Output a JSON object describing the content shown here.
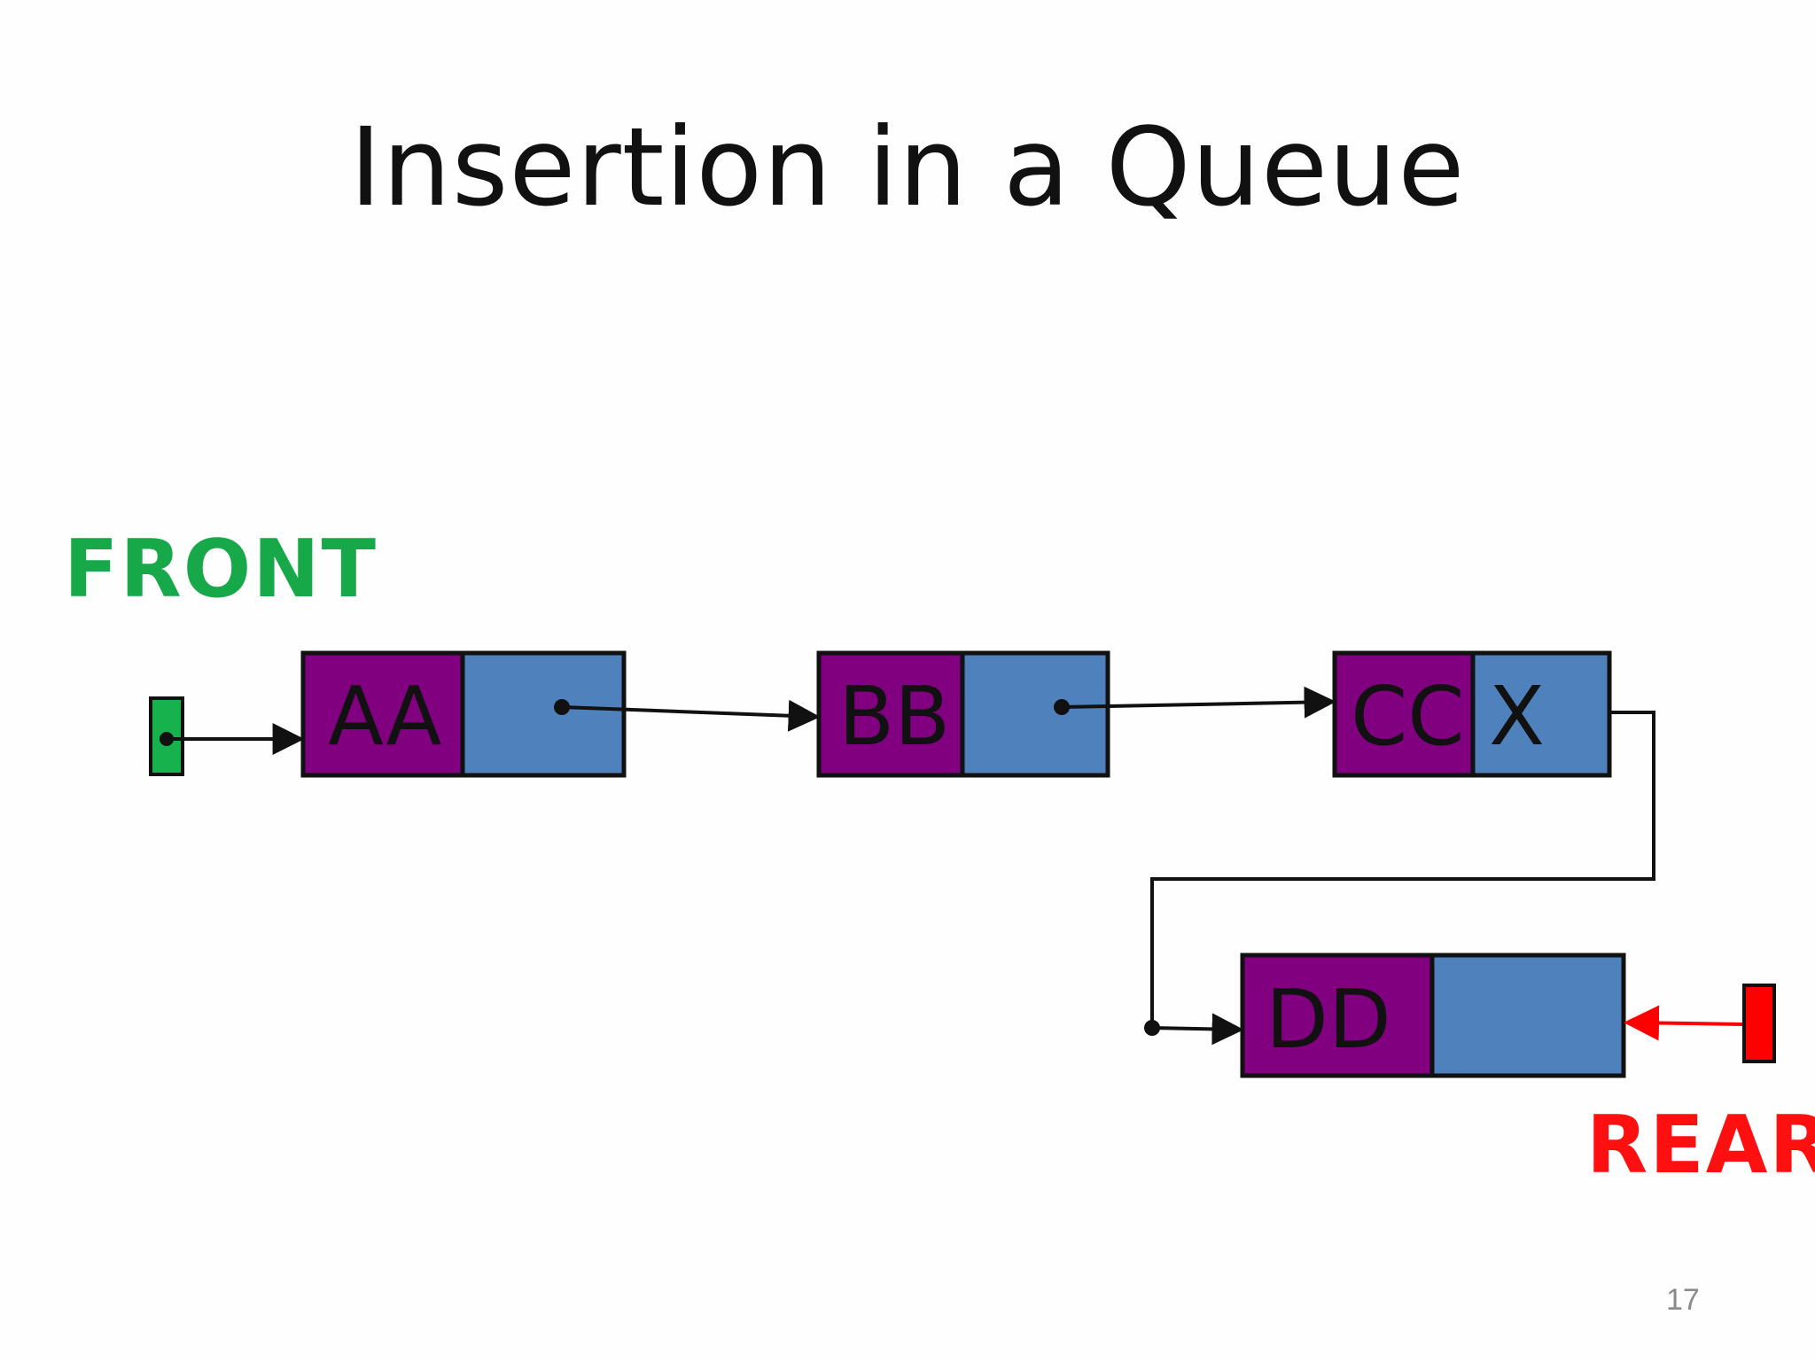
{
  "slide": {
    "title": "Insertion in a Queue",
    "page_number": "17"
  },
  "pointers": {
    "front": {
      "label": "FRONT",
      "color": "#17b14e"
    },
    "rear": {
      "label": "REAR",
      "color": "#ff1010"
    }
  },
  "nodes": [
    {
      "id": "AA",
      "data": "AA",
      "next": ""
    },
    {
      "id": "BB",
      "data": "BB",
      "next": ""
    },
    {
      "id": "CC",
      "data": "CC",
      "next": "X"
    },
    {
      "id": "DD",
      "data": "DD",
      "next": ""
    }
  ],
  "colors": {
    "data_field": "#800080",
    "link_field": "#4f81bd",
    "line": "#111111",
    "front_box": "#17b14e",
    "rear_box": "#ff0000",
    "rear_arrow": "#ff0000"
  }
}
